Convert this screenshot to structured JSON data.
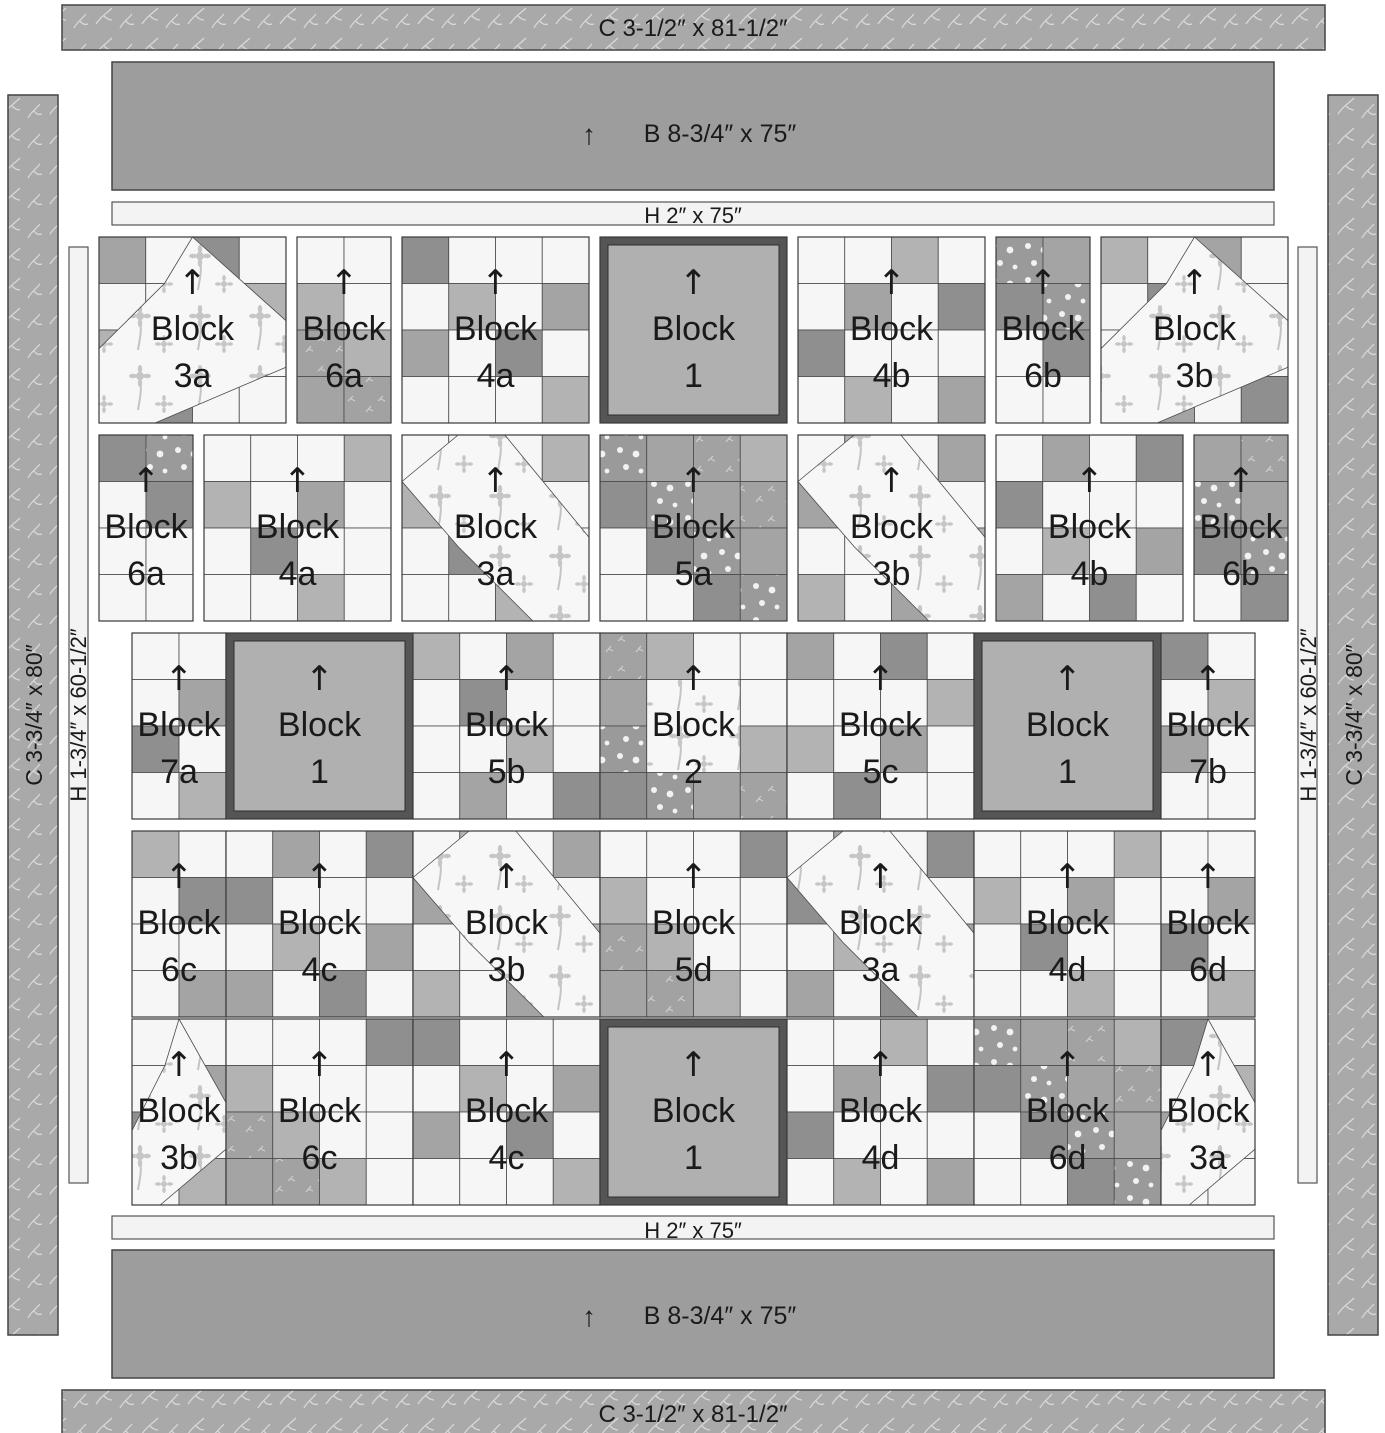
{
  "strips": {
    "top_c": "C   3-1/2″ x 81-1/2″",
    "bottom_c": "C   3-1/2″ x 81-1/2″",
    "top_b": "B   8-3/4″ x 75″",
    "bottom_b": "B   8-3/4″ x 75″",
    "top_h": "H   2″ x 75″",
    "bottom_h": "H   2″ x 75″",
    "left_c": "C   3-3/4″ x 80″",
    "right_c": "C   3-3/4″ x 80″",
    "left_h": "H   1-3/4″ x 60-1/2″",
    "right_h": "H   1-3/4″ x 60-1/2″"
  },
  "arrow_symbol": "↑",
  "block_word": "Block",
  "colors": {
    "dark_fabric": "#8e8e8e",
    "medium_fabric": "#a8a8a8",
    "light_fabric": "#f5f5f5",
    "block1_frame": "#555555",
    "block1_center": "#b0b0b0",
    "outline": "#3a3a3a"
  },
  "rows": [
    {
      "name": "row-1",
      "blocks": [
        {
          "id": "3a",
          "kind": "snake"
        },
        {
          "id": "6a",
          "kind": "ninepatch"
        },
        {
          "id": "4a",
          "kind": "checker"
        },
        {
          "id": "1",
          "kind": "framed"
        },
        {
          "id": "4b",
          "kind": "checker"
        },
        {
          "id": "6b",
          "kind": "ninepatch"
        },
        {
          "id": "3b",
          "kind": "snake"
        }
      ]
    },
    {
      "name": "row-2",
      "blocks": [
        {
          "id": "6a",
          "kind": "ninepatch"
        },
        {
          "id": "4a",
          "kind": "checker"
        },
        {
          "id": "3a",
          "kind": "snake"
        },
        {
          "id": "5a",
          "kind": "ninepatch"
        },
        {
          "id": "3b",
          "kind": "snake"
        },
        {
          "id": "4b",
          "kind": "checker"
        },
        {
          "id": "6b",
          "kind": "ninepatch"
        }
      ]
    },
    {
      "name": "row-3",
      "blocks": [
        {
          "id": "7a",
          "kind": "checker"
        },
        {
          "id": "1",
          "kind": "framed"
        },
        {
          "id": "5b",
          "kind": "checker"
        },
        {
          "id": "2",
          "kind": "star"
        },
        {
          "id": "5c",
          "kind": "checker"
        },
        {
          "id": "1",
          "kind": "framed"
        },
        {
          "id": "7b",
          "kind": "checker"
        }
      ]
    },
    {
      "name": "row-4",
      "blocks": [
        {
          "id": "6c",
          "kind": "checker"
        },
        {
          "id": "4c",
          "kind": "checker"
        },
        {
          "id": "3b",
          "kind": "snake"
        },
        {
          "id": "5d",
          "kind": "ninepatch"
        },
        {
          "id": "3a",
          "kind": "snake"
        },
        {
          "id": "4d",
          "kind": "checker"
        },
        {
          "id": "6d",
          "kind": "checker"
        }
      ]
    },
    {
      "name": "row-5",
      "blocks": [
        {
          "id": "3b",
          "kind": "snake"
        },
        {
          "id": "6c",
          "kind": "ninepatch"
        },
        {
          "id": "4c",
          "kind": "checker"
        },
        {
          "id": "1",
          "kind": "framed"
        },
        {
          "id": "4d",
          "kind": "checker"
        },
        {
          "id": "6d",
          "kind": "ninepatch"
        },
        {
          "id": "3a",
          "kind": "snake"
        }
      ]
    }
  ]
}
